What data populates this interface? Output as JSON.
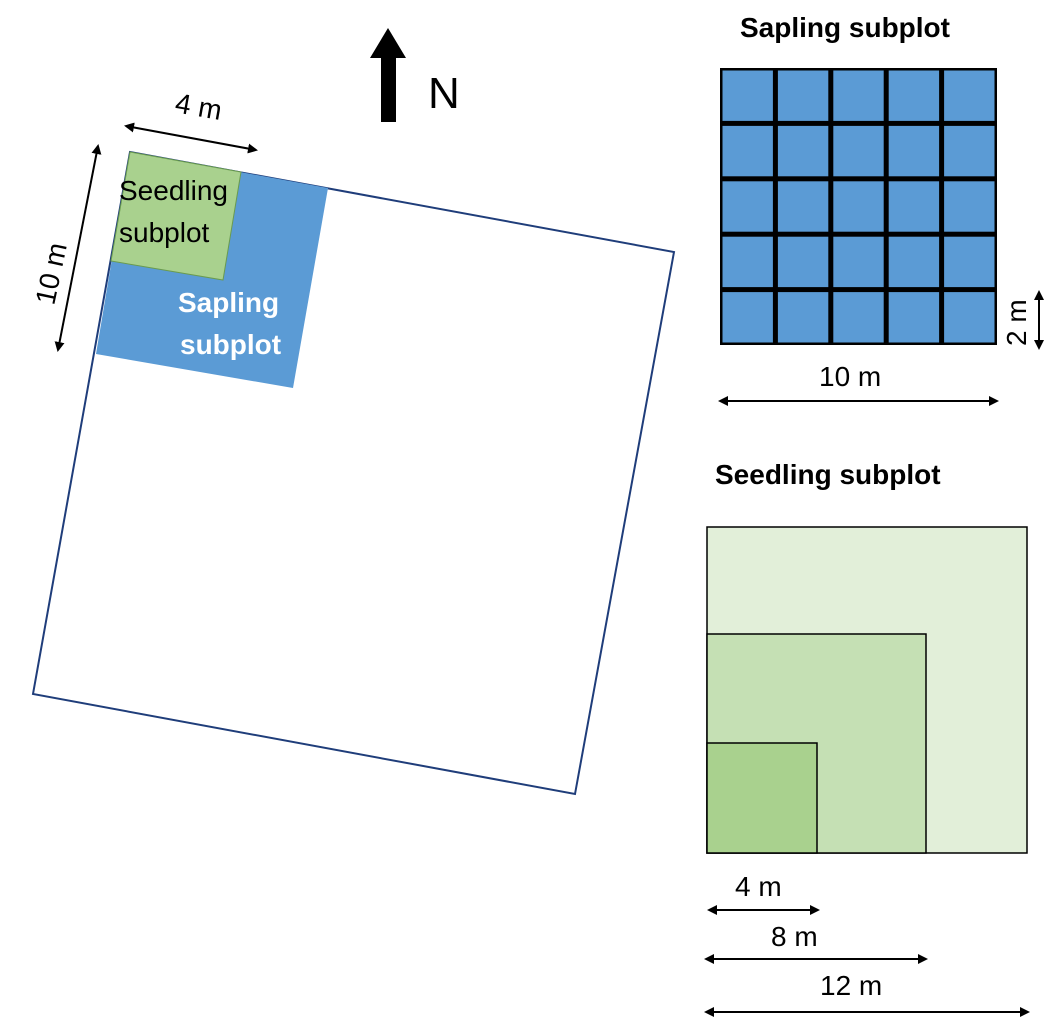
{
  "north": {
    "label": "N"
  },
  "main_plot": {
    "seedling_label_line1": "Seedling",
    "seedling_label_line2": "subplot",
    "sapling_label_line1": "Sapling",
    "sapling_label_line2": "subplot",
    "dim_top": "4 m",
    "dim_side": "10 m"
  },
  "sapling_detail": {
    "title": "Sapling subplot",
    "grid_rows": 5,
    "grid_cols": 5,
    "dim_width": "10 m",
    "dim_cell": "2 m"
  },
  "seedling_detail": {
    "title": "Seedling subplot",
    "dim_small": "4 m",
    "dim_medium": "8 m",
    "dim_large": "12 m"
  },
  "colors": {
    "plot_outline": "#1f3d7a",
    "sapling_fill": "#5b9bd5",
    "seedling_fill": "#a9d18e",
    "seedling_small": "#a9d18e",
    "seedling_medium": "#c5e0b4",
    "seedling_large": "#e2efd9"
  }
}
